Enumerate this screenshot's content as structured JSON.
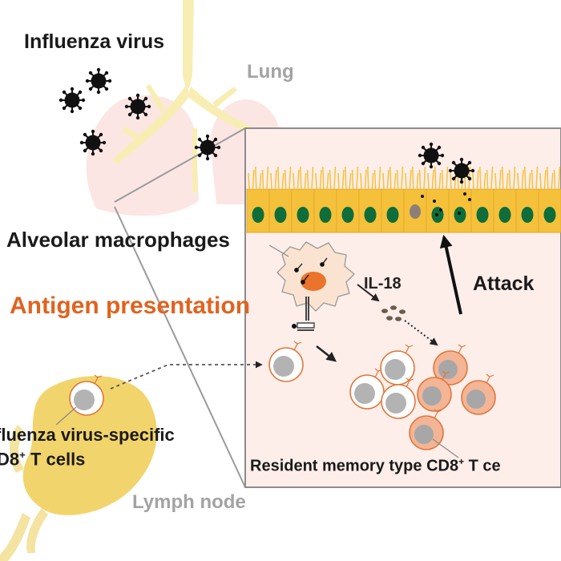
{
  "labels": {
    "influenza_virus": "Influenza virus",
    "lung": "Lung",
    "alveolar_macrophages": "Alveolar macrophages",
    "antigen_presentation": "Antigen presentation",
    "il18": "IL-18",
    "attack": "Attack",
    "fvs_line1": "fluenza virus-specific",
    "fvs_line2_prefix": "D8",
    "fvs_line2_sup": "+",
    "fvs_line2_suffix": " T cells",
    "resident_prefix": "Resident memory type CD8",
    "resident_sup": "+",
    "resident_suffix": " T ce",
    "lymph_node": "Lymph node"
  },
  "colors": {
    "antigen_presentation": "#e0631f",
    "lung_tissue": "#fbe6e4",
    "airway": "#f8eeb4",
    "zoom_panel": "#fdeeea",
    "epithelium": "#f5c13a",
    "epithelial_nucleus": "#0e6d3a",
    "lymph_node": "#f2d46c",
    "macrophage": "#fbe3d2",
    "macrophage_nucleus": "#ea742b",
    "activated_t_cell": "#f3b595",
    "t_cell_outline": "#e0763a",
    "virus": "#111111"
  },
  "icons": [
    "virus-icon",
    "macrophage-icon",
    "t-cell-icon",
    "epithelial-cell-icon",
    "lung-icon",
    "lymph-node-icon"
  ]
}
